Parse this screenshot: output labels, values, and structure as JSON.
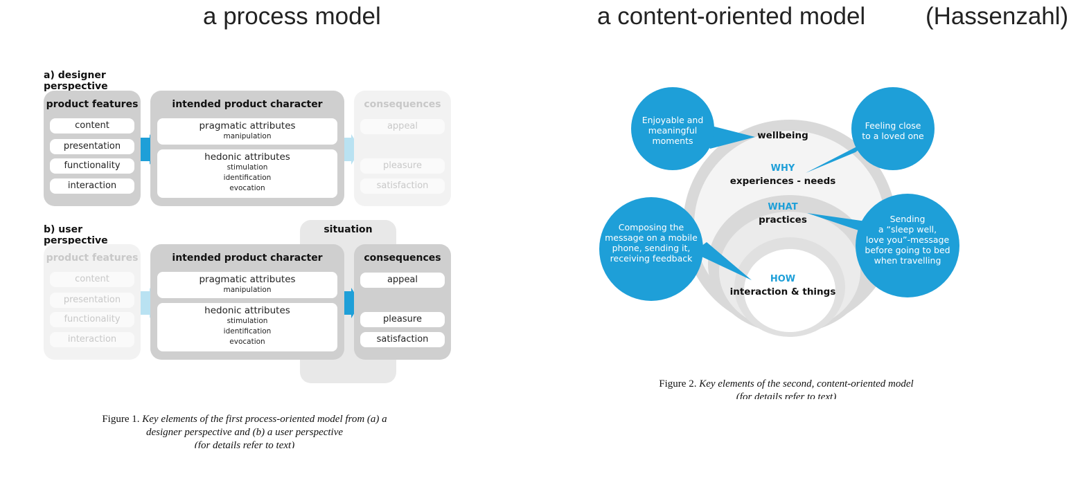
{
  "headlines": {
    "left": "a process model",
    "right": "a content-oriented model",
    "author": "(Hassenzahl)"
  },
  "figure1": {
    "designer": {
      "label": "a) designer perspective",
      "features": {
        "title": "product features",
        "items": [
          "content",
          "presentation",
          "functionality",
          "interaction"
        ]
      },
      "character": {
        "title": "intended product character",
        "pragmatic": {
          "title": "pragmatic attributes",
          "sub": "manipulation"
        },
        "hedonic": {
          "title": "hedonic attributes",
          "sub1": "stimulation",
          "sub2": "identification",
          "sub3": "evocation"
        }
      },
      "consequences": {
        "title": "consequences",
        "items": [
          "appeal",
          "pleasure",
          "satisfaction"
        ]
      }
    },
    "user": {
      "label": "b) user perspective",
      "situation": "situation",
      "features": {
        "title": "product features",
        "items": [
          "content",
          "presentation",
          "functionality",
          "interaction"
        ]
      },
      "character": {
        "title": "intended product character",
        "pragmatic": {
          "title": "pragmatic attributes",
          "sub": "manipulation"
        },
        "hedonic": {
          "title": "hedonic attributes",
          "sub1": "stimulation",
          "sub2": "identification",
          "sub3": "evocation"
        }
      },
      "consequences": {
        "title": "consequences",
        "items": [
          "appeal",
          "pleasure",
          "satisfaction"
        ]
      }
    },
    "caption": {
      "prefix": "Figure 1.",
      "line1": "Key elements of the first process-oriented model from (a) a",
      "line2": "designer perspective and (b) a user perspective",
      "line3": "(for details refer to text)"
    }
  },
  "figure2": {
    "bubbles": {
      "top_left": [
        "Enjoyable and",
        "meaningful",
        "moments"
      ],
      "top_right": [
        "Feeling close",
        "to a loved one"
      ],
      "bottom_left": [
        "Composing the",
        "message on a mobile",
        "phone, sending it,",
        "receiving feedback"
      ],
      "bottom_right": [
        "Sending",
        "a “sleep well,",
        "love you”-message",
        "before going to bed",
        "when travelling"
      ]
    },
    "wellbeing": "wellbeing",
    "why": "WHY",
    "why_sub": "experiences - needs",
    "what": "WHAT",
    "what_sub": "practices",
    "how": "HOW",
    "how_sub": "interaction & things",
    "caption": {
      "prefix": "Figure 2.",
      "line1": "Key elements of the second, content-oriented model",
      "line2": "(for details refer to text)"
    },
    "colors": {
      "bubble": "#1e9fd8",
      "ring_outer": "#d9d9d9",
      "ring_inner": "#e4e4e4"
    }
  }
}
